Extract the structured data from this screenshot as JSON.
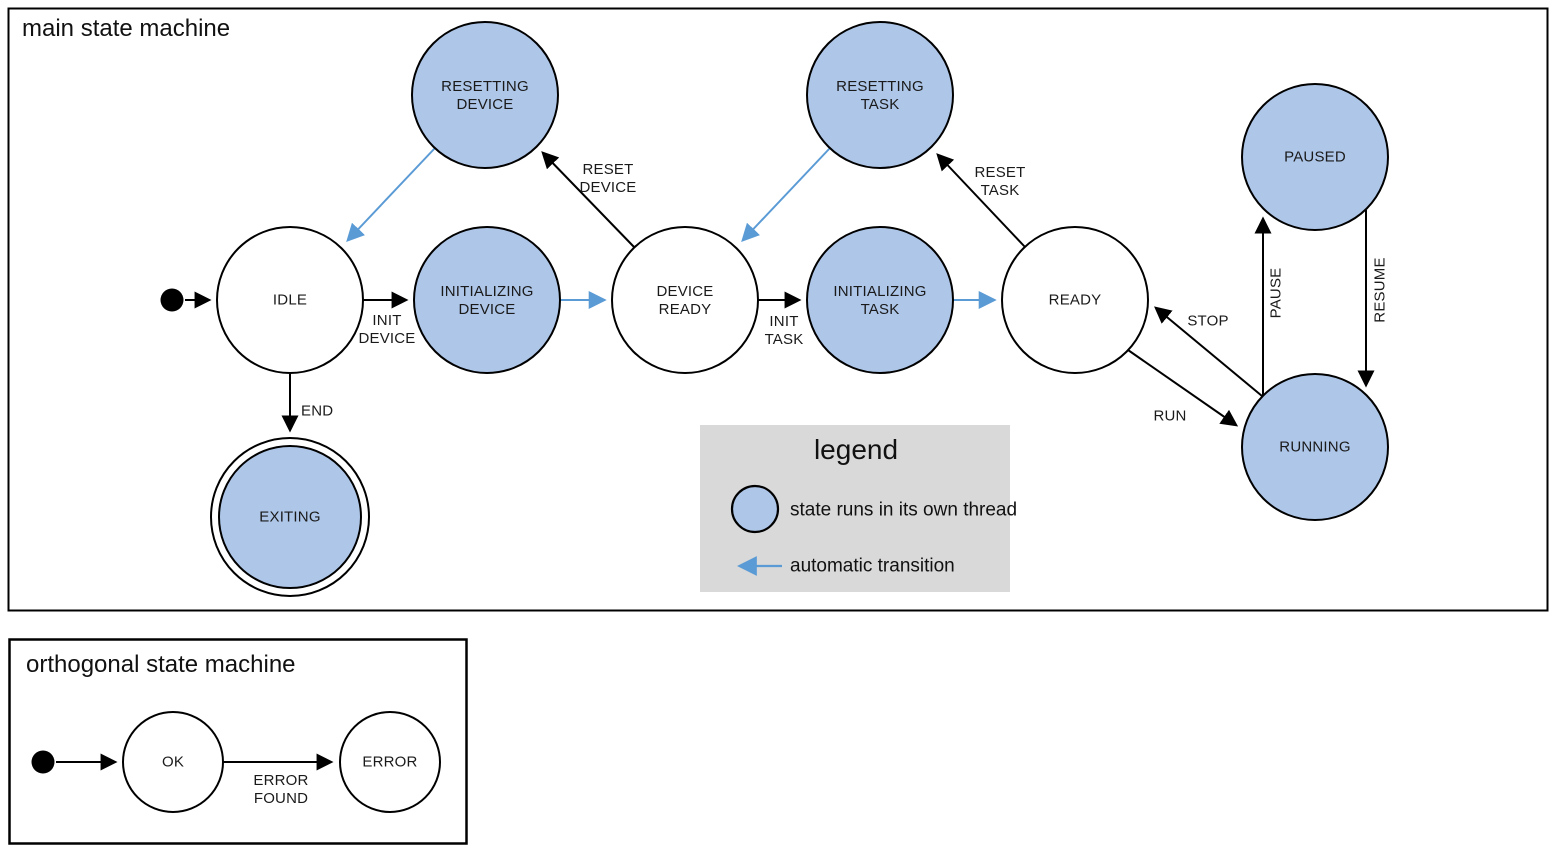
{
  "colors": {
    "thread_fill": "#aec6e8",
    "auto_arrow": "#5b9bd5",
    "legend_bg": "#d9d9d9",
    "stroke": "#000000"
  },
  "main": {
    "title": "main state machine",
    "states": {
      "idle": {
        "label": "IDLE",
        "threaded": false
      },
      "resetting_device": {
        "label": "RESETTING\nDEVICE",
        "threaded": true
      },
      "initializing_device": {
        "label": "INITIALIZING\nDEVICE",
        "threaded": true
      },
      "device_ready": {
        "label": "DEVICE\nREADY",
        "threaded": false
      },
      "resetting_task": {
        "label": "RESETTING\nTASK",
        "threaded": true
      },
      "initializing_task": {
        "label": "INITIALIZING\nTASK",
        "threaded": true
      },
      "ready": {
        "label": "READY",
        "threaded": false
      },
      "paused": {
        "label": "PAUSED",
        "threaded": true
      },
      "running": {
        "label": "RUNNING",
        "threaded": true
      },
      "exiting": {
        "label": "EXITING",
        "threaded": true,
        "final": true
      }
    },
    "transitions": {
      "init_device": {
        "label": "INIT\nDEVICE",
        "from": "IDLE",
        "to": "INITIALIZING DEVICE"
      },
      "reset_device": {
        "label": "RESET\nDEVICE",
        "from": "DEVICE READY",
        "to": "RESETTING DEVICE"
      },
      "init_task": {
        "label": "INIT\nTASK",
        "from": "DEVICE READY",
        "to": "INITIALIZING TASK"
      },
      "reset_task": {
        "label": "RESET\nTASK",
        "from": "READY",
        "to": "RESETTING TASK"
      },
      "run": {
        "label": "RUN",
        "from": "READY",
        "to": "RUNNING"
      },
      "stop": {
        "label": "STOP",
        "from": "RUNNING",
        "to": "READY"
      },
      "pause": {
        "label": "PAUSE",
        "from": "RUNNING",
        "to": "PAUSED"
      },
      "resume": {
        "label": "RESUME",
        "from": "PAUSED",
        "to": "RUNNING"
      },
      "end": {
        "label": "END",
        "from": "IDLE",
        "to": "EXITING"
      }
    }
  },
  "legend": {
    "title": "legend",
    "thread_label": "state runs in its own thread",
    "auto_label": "automatic transition"
  },
  "orthogonal": {
    "title": "orthogonal state machine",
    "states": {
      "ok": {
        "label": "OK"
      },
      "error": {
        "label": "ERROR"
      }
    },
    "transitions": {
      "error_found": {
        "label": "ERROR\nFOUND",
        "from": "OK",
        "to": "ERROR"
      }
    }
  }
}
